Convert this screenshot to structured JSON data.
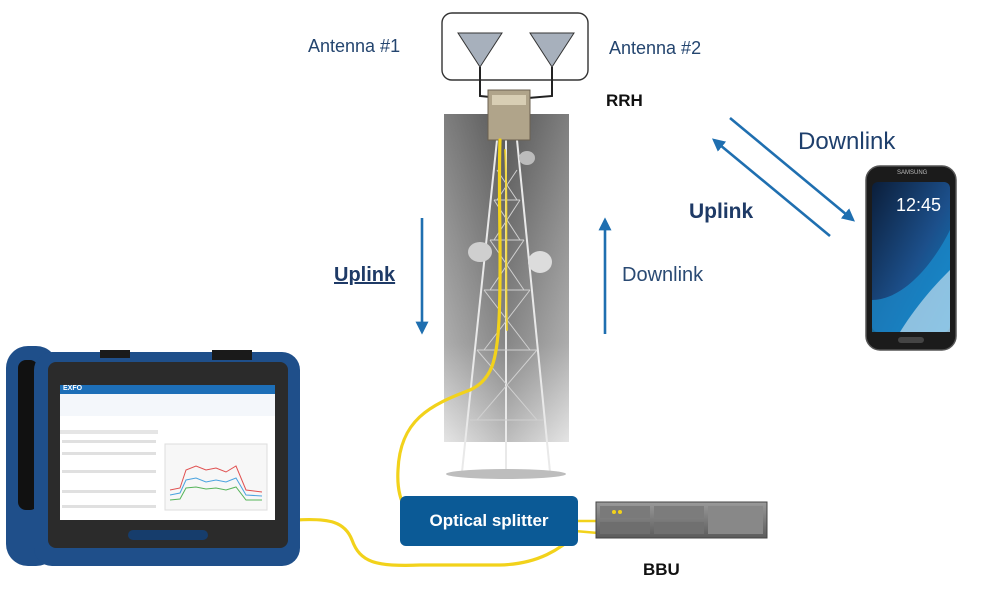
{
  "labels": {
    "antenna1": "Antenna #1",
    "antenna2": "Antenna #2",
    "rrh": "RRH",
    "downlink_phone": "Downlink",
    "uplink_phone": "Uplink",
    "uplink_tower": "Uplink",
    "downlink_tower": "Downlink",
    "splitter": "Optical splitter",
    "bbu": "BBU"
  },
  "phone": {
    "time": "12:45",
    "brand": "SAMSUNG"
  },
  "tester": {
    "brand": "EXFO"
  },
  "colors": {
    "arrow": "#1f6fb0",
    "splitter_bg": "#0b5a96",
    "fiber": "#f2d21b",
    "tester_frame": "#1f4f8a",
    "text_dark": "#1e3f6c"
  }
}
